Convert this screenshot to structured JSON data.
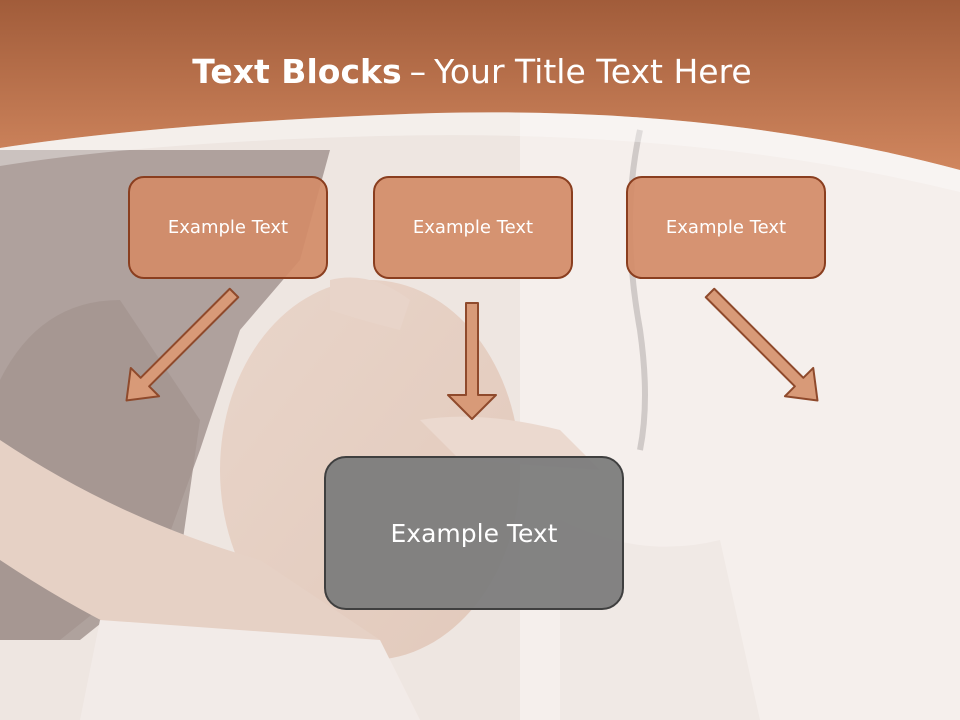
{
  "title": {
    "bold": "Text Blocks",
    "dash": "–",
    "rest": "Your Title Text Here"
  },
  "blocks": [
    {
      "label": "Example Text"
    },
    {
      "label": "Example Text"
    },
    {
      "label": "Example Text"
    }
  ],
  "target": {
    "label": "Example Text"
  },
  "colors": {
    "header": "#c97b52",
    "block_fill": "#d38c68",
    "block_border": "#8a3e1f",
    "target_fill": "#7c7c7c",
    "target_border": "#3f3f3f",
    "arrow_fill": "#d89a78",
    "arrow_stroke": "#8f4a2c"
  }
}
